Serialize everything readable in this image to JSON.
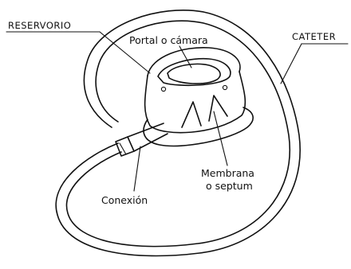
{
  "labels": {
    "reservoir": "RESERVORIO",
    "portal": "Portal o cámara",
    "catheter": "CATETER",
    "membrane_line1": "Membrana",
    "membrane_line2": "o septum",
    "connection": "Conexión"
  },
  "colors": {
    "ink": "#111111",
    "background": "#ffffff"
  }
}
